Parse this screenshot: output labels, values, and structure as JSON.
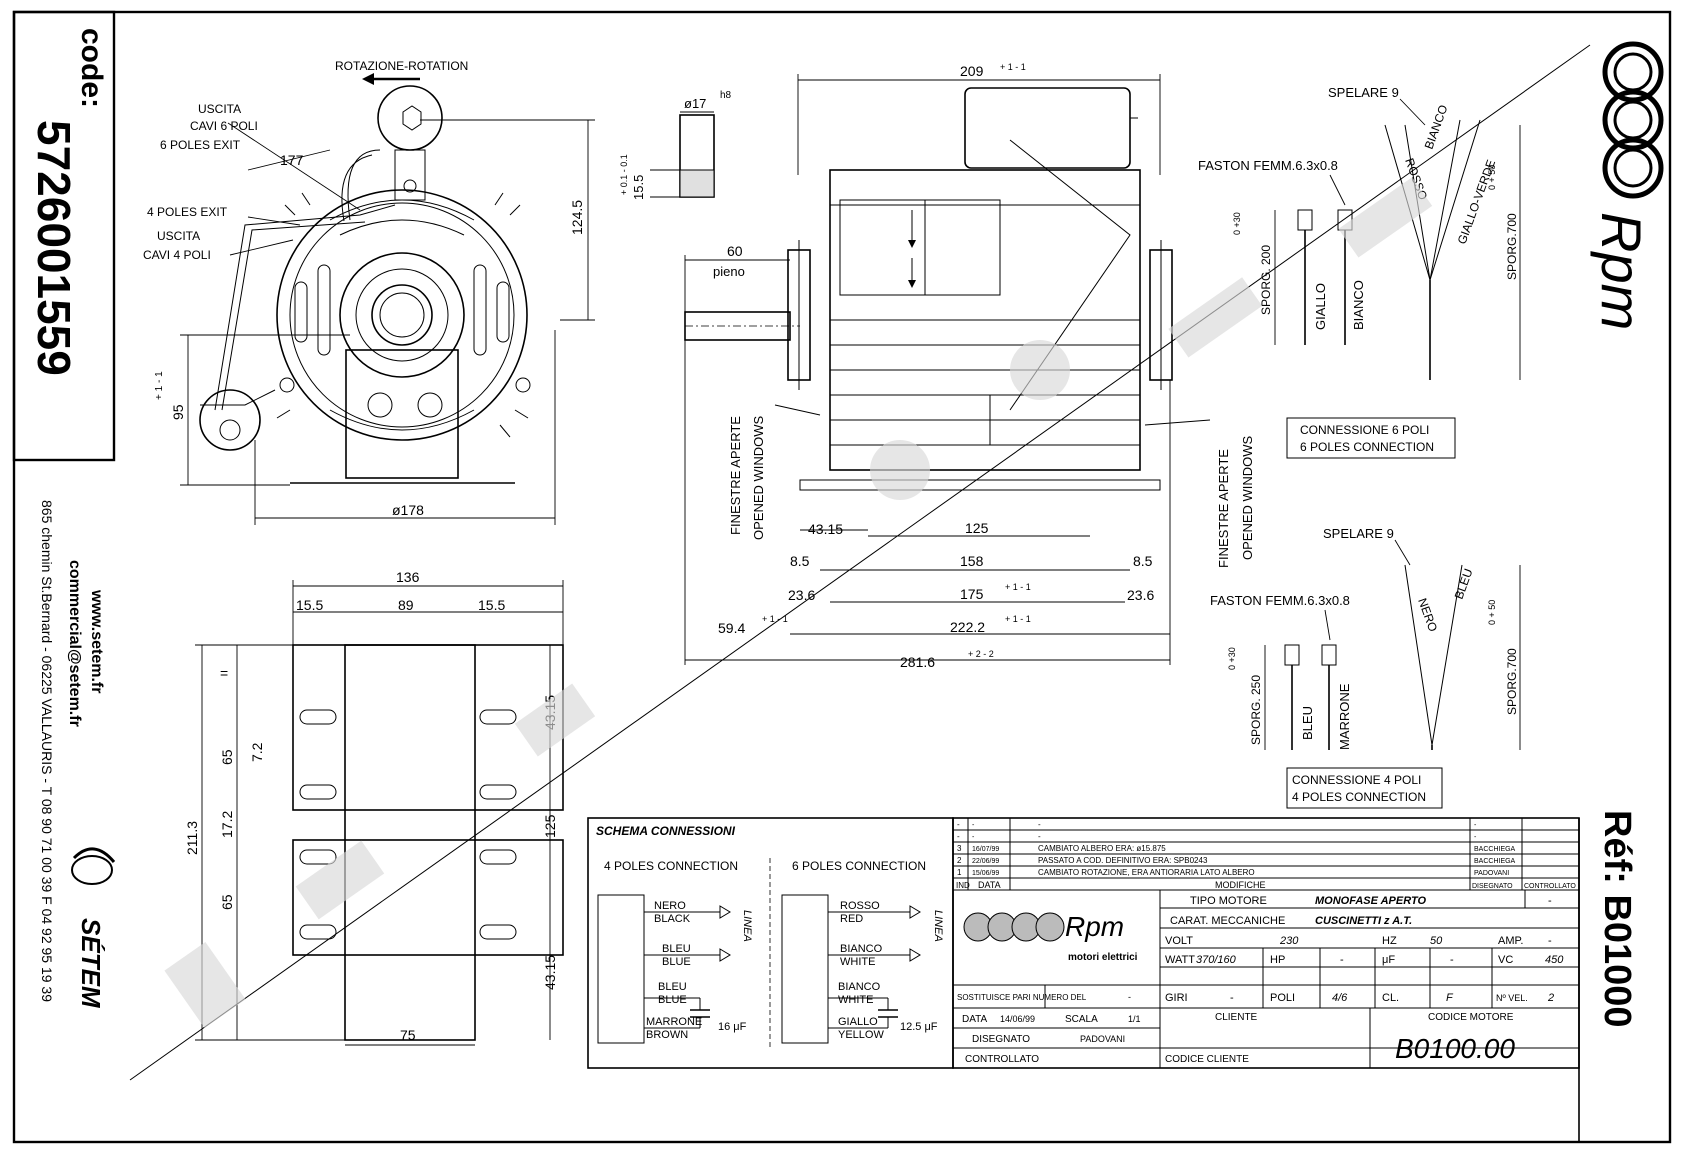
{
  "sidebar": {
    "code_label": "code:",
    "code_number": "5726001559",
    "website": "www.setem.fr",
    "email": "commercial@setem.fr",
    "address": "865 chemin St.Bernard - 06225 VALLAURIS - T 08 90 71 00 39  F 04 92 95 19 39",
    "brand": "SÉTEM"
  },
  "side_view": {
    "rotation_label": "ROTAZIONE-ROTATION",
    "exit6_it_1": "USCITA",
    "exit6_it_2": "CAVI 6 POLI",
    "exit6_en": "6 POLES EXIT",
    "exit4_en": "4 POLES EXIT",
    "exit4_it_1": "USCITA",
    "exit4_it_2": "CAVI 4 POLI",
    "dim_177": "177",
    "dim_124_5": "124.5",
    "dim_95": "95",
    "tol_95": "+ 1  - 1",
    "dim_178": "ø178"
  },
  "shaft": {
    "dia": "ø17",
    "fit": "h8",
    "flat": "15.5",
    "flat_tol": "+ 0.1  - 0.1"
  },
  "front_view": {
    "dim_209": "209",
    "tol_209": "+ 1  - 1",
    "dim_60": "60",
    "pieno": "pieno",
    "windows_1a": "FINESTRE APERTE",
    "windows_1b": "OPENED WINDOWS",
    "windows_2a": "FINESTRE APERTE",
    "windows_2b": "OPENED WINDOWS",
    "dim_43_15": "43.15",
    "dim_125": "125",
    "dim_8_5_l": "8.5",
    "dim_158": "158",
    "dim_8_5_r": "8.5",
    "dim_23_6_l": "23.6",
    "dim_175": "175",
    "tol_175": "+ 1  - 1",
    "dim_23_6_r": "23.6",
    "dim_59_4": "59.4",
    "tol_59_4": "+ 1  - 1",
    "dim_222_2": "222.2",
    "tol_222_2": "+ 1  - 1",
    "dim_281_6": "281.6",
    "tol_281_6": "+ 2  - 2"
  },
  "base_plate": {
    "dim_136": "136",
    "dim_15_5_l": "15.5",
    "dim_89": "89",
    "dim_15_5_r": "15.5",
    "eq": "=",
    "dim_65_top": "65",
    "dim_7_2": "7.2",
    "dim_211_3": "211.3",
    "dim_17_2": "17.2",
    "dim_65_bot": "65",
    "dim_43_15_top": "43.15",
    "dim_125": "125",
    "dim_43_15_bot": "43.15",
    "dim_75": "75"
  },
  "connection6": {
    "spelare": "SPELARE 9",
    "faston": "FASTON FEMM.6.3x0.8",
    "sporg": "SPORG. 200",
    "sporg_tol": "0  +30",
    "wire1": "GIALLO",
    "wire2": "BIANCO",
    "fan1": "ROSSO",
    "fan2": "BIANCO",
    "fan3": "GIALLO-VERDE",
    "sporg_long": "SPORG.700",
    "sporg_long_tol": "0  + 50",
    "title_it": "CONNESSIONE 6 POLI",
    "title_en": "6 POLES CONNECTION"
  },
  "connection4": {
    "spelare": "SPELARE 9",
    "faston": "FASTON FEMM.6.3x0.8",
    "sporg": "SPORG. 250",
    "sporg_tol": "0  +30",
    "wire1": "BLEU",
    "wire2": "MARRONE",
    "fan1": "NERO",
    "fan2": "BLEU",
    "sporg_long": "SPORG.700",
    "sporg_long_tol": "0  + 50",
    "title_it": "CONNESSIONE 4 POLI",
    "title_en": "4 POLES CONNECTION"
  },
  "schema": {
    "title": "SCHEMA CONNESSIONI",
    "four_poles": "4 POLES CONNECTION",
    "six_poles": "6 POLES CONNECTION",
    "linea": "LINEA",
    "p4_w1a": "NERO",
    "p4_w1b": "BLACK",
    "p4_w2a": "BLEU",
    "p4_w2b": "BLUE",
    "p4_w3a": "BLEU",
    "p4_w3b": "BLUE",
    "p4_w4a": "MARRONE",
    "p4_w4b": "BROWN",
    "p4_cap": "16 μF",
    "p6_w1a": "ROSSO",
    "p6_w1b": "RED",
    "p6_w2a": "BIANCO",
    "p6_w2b": "WHITE",
    "p6_w3a": "BIANCO",
    "p6_w3b": "WHITE",
    "p6_w4a": "GIALLO",
    "p6_w4b": "YELLOW",
    "p6_cap": "12.5 μF"
  },
  "title_block": {
    "rev_rows": [
      {
        "ind": "-",
        "data": "-",
        "desc": "-",
        "by": "-"
      },
      {
        "ind": "-",
        "data": "-",
        "desc": "-",
        "by": "-"
      },
      {
        "ind": "3",
        "data": "16/07/99",
        "desc": "CAMBIATO ALBERO ERA: ø15.875",
        "by": "BACCHIEGA"
      },
      {
        "ind": "2",
        "data": "22/06/99",
        "desc": "PASSATO A COD. DEFINITIVO ERA: SPB0243",
        "by": "BACCHIEGA"
      },
      {
        "ind": "1",
        "data": "15/06/99",
        "desc": "CAMBIATO ROTAZIONE, ERA ANTIORARIA LATO ALBERO",
        "by": "PADOVANI"
      }
    ],
    "hdr_ind": "IND",
    "hdr_data": "DATA",
    "hdr_mod": "MODIFICHE",
    "hdr_dis": "DISEGNATO",
    "hdr_ctrl": "CONTROLLATO",
    "logo_text": "Rpm",
    "logo_sub": "motori elettrici",
    "tipo_label": "TIPO MOTORE",
    "tipo_val": "MONOFASE APERTO",
    "tipo_dash": "-",
    "carat_label": "CARAT. MECCANICHE",
    "carat_val": "CUSCINETTI z A.T.",
    "volt_label": "VOLT",
    "volt_val": "230",
    "hz_label": "HZ",
    "hz_val": "50",
    "amp_label": "AMP.",
    "amp_val": "-",
    "watt_label": "WATT",
    "watt_val": "370/160",
    "hp_label": "HP",
    "hp_val": "-",
    "uf_label": "μF",
    "uf_val": "-",
    "vc_label": "VC",
    "vc_val": "450",
    "sost_label": "SOSTITUISCE PARI NUMERO DEL",
    "sost_val": "-",
    "giri_label": "GIRI",
    "giri_val": "-",
    "poli_label": "POLI",
    "poli_val": "4/6",
    "cl_label": "CL.",
    "cl_val": "F",
    "vel_label": "Nº VEL.",
    "vel_val": "2",
    "data_label": "DATA",
    "data_val": "14/06/99",
    "scala_label": "SCALA",
    "scala_val": "1/1",
    "cliente_label": "CLIENTE",
    "codmot_label": "CODICE MOTORE",
    "dis_label": "DISEGNATO",
    "dis_val": "PADOVANI",
    "ctrl_label": "CONTROLLATO",
    "codcli_label": "CODICE CLIENTE",
    "codmot_val": "B0100.00"
  },
  "right_strip": {
    "ref": "Réf: B01000",
    "logo": "Rpm"
  }
}
